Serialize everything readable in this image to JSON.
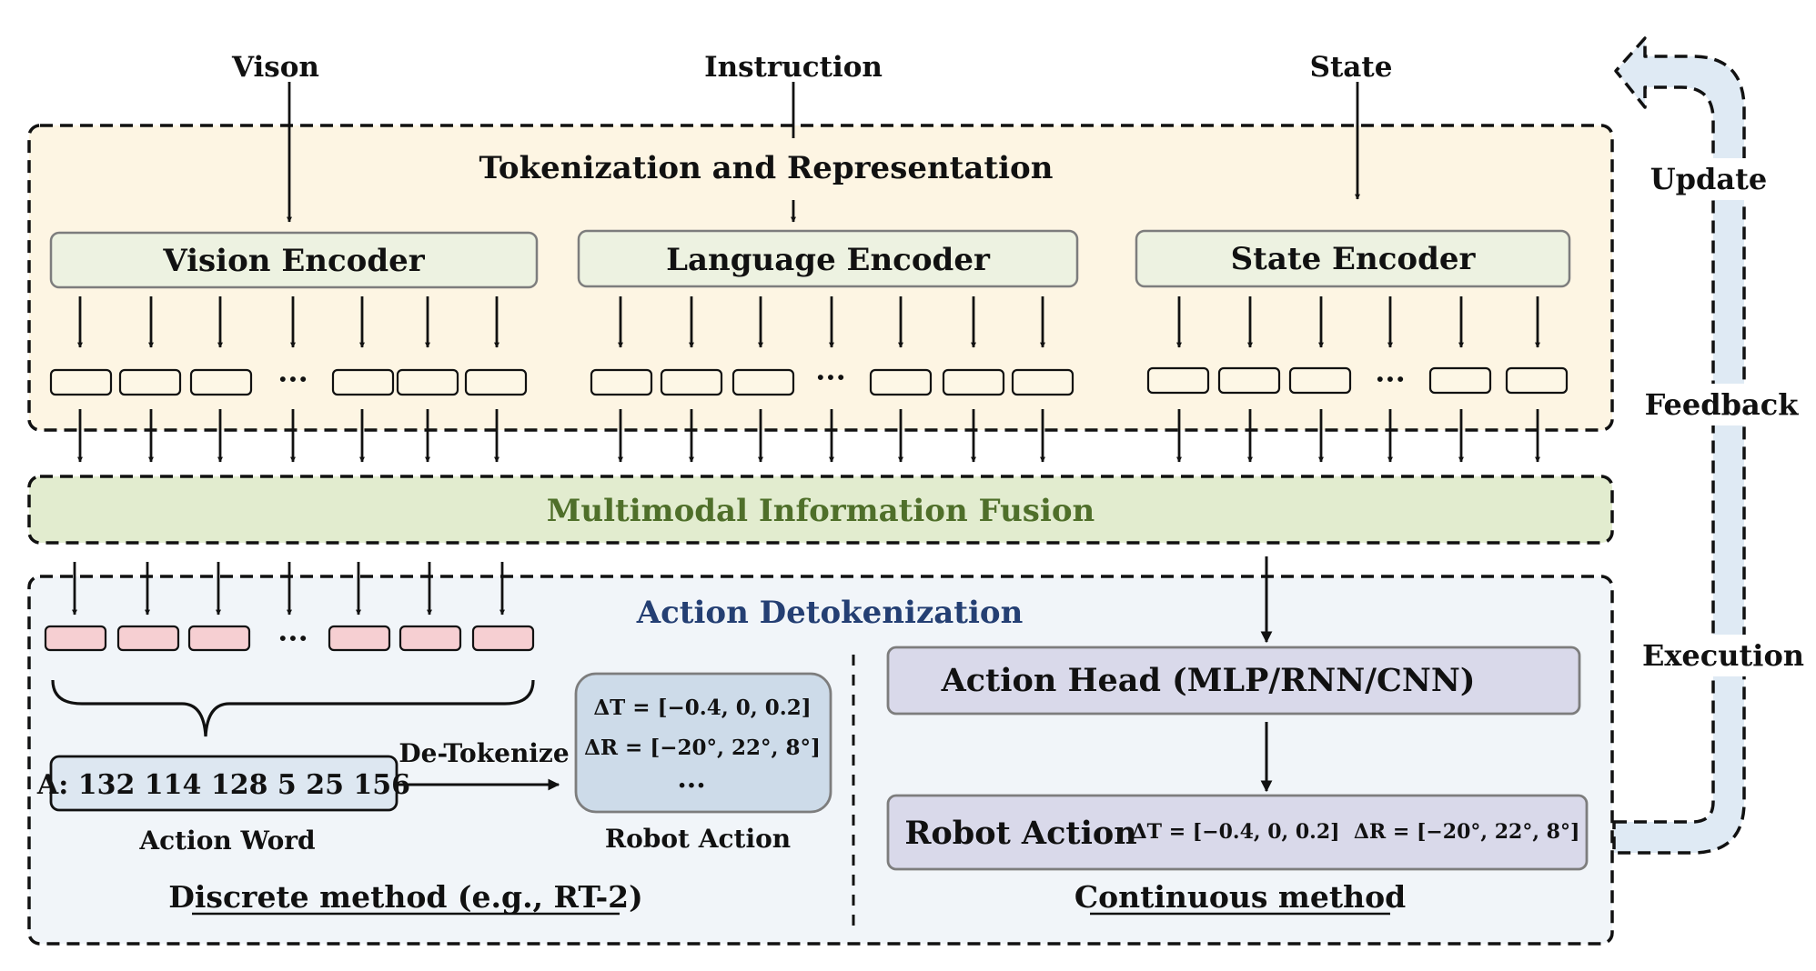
{
  "inputs": {
    "vision": "Vison",
    "instruction": "Instruction",
    "state": "State"
  },
  "tokenization": {
    "title": "Tokenization and Representation",
    "vision_encoder": "Vision Encoder",
    "language_encoder": "Language Encoder",
    "state_encoder": "State Encoder",
    "ellipsis": "···"
  },
  "fusion": {
    "title": "Multimodal Information Fusion"
  },
  "detokenization": {
    "title": "Action Detokenization",
    "action_word": "A: 132 114 128 5 25 156",
    "action_word_caption": "Action Word",
    "de_tokenize": "De-Tokenize",
    "robot_action_line1": "ΔT = [−0.4, 0, 0.2]",
    "robot_action_line2": "ΔR = [−20°, 22°, 8°]",
    "robot_action_more": "...",
    "robot_action_caption": "Robot Action",
    "discrete_caption": "Discrete method (e.g., RT-2)",
    "action_head": "Action Head (MLP/RNN/CNN)",
    "robot_action_label": "Robot Action",
    "robot_action_values": "ΔT = [−0.4, 0, 0.2]  ΔR = [−20°, 22°, 8°]",
    "continuous_caption": "Continuous method"
  },
  "loop": {
    "update": "Update",
    "feedback": "Feedback",
    "execution": "Execution"
  },
  "colors": {
    "tokenization_bg": "#fdf5e3",
    "encoder_fill": "#edf2e1",
    "token_fill": "#fdf7e6",
    "fusion_fill": "#e2eccf",
    "fusion_text": "#4f6f2a",
    "detok_bg": "#f1f5f9",
    "detok_title": "#243f73",
    "discrete_token": "#f6cfd2",
    "action_word_fill": "#dde7f1",
    "robot_action_fill": "#cddbe9",
    "action_head_fill": "#d9d9ea",
    "loop_arrow_fill": "#dfeaf4"
  }
}
